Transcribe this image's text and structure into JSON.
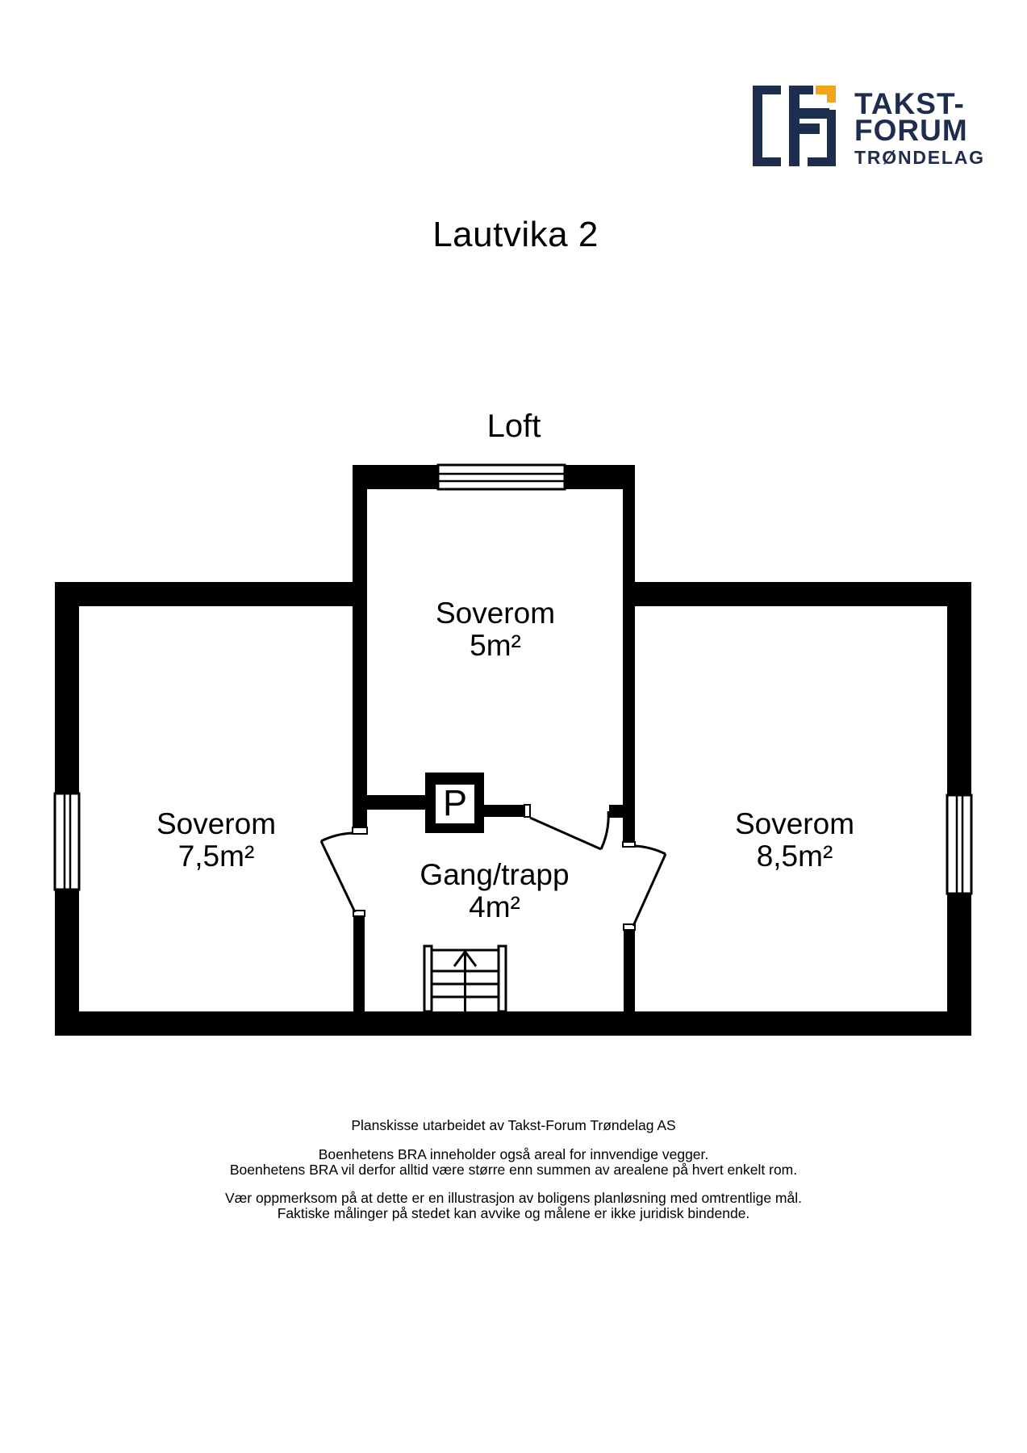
{
  "title": "Lautvika 2",
  "floor_label": "Loft",
  "logo": {
    "line1": "TAKST-",
    "line2": "FORUM",
    "line3": "TRØNDELAG"
  },
  "rooms": [
    {
      "name": "Soverom",
      "area": "5m²"
    },
    {
      "name": "Soverom",
      "area": "7,5m²"
    },
    {
      "name": "Soverom",
      "area": "8,5m²"
    },
    {
      "name": "Gang/trapp",
      "area": "4m²"
    }
  ],
  "chimney_label": "P",
  "footer": {
    "line1": "Planskisse utarbeidet av Takst-Forum Trøndelag AS",
    "line2": "Boenhetens BRA inneholder også areal for innvendige vegger.",
    "line3": "Boenhetens BRA vil derfor alltid være større enn summen av arealene på hvert enkelt rom.",
    "line4": "Vær oppmerksom på at dette er en illustrasjon av boligens planløsning med omtrentlige mål.",
    "line5": "Faktiske målinger på stedet kan avvike og målene er ikke juridisk bindende."
  },
  "colors": {
    "wall": "#000000",
    "navy": "#1e2c4e",
    "yellow": "#f1a51f",
    "background": "#ffffff"
  }
}
